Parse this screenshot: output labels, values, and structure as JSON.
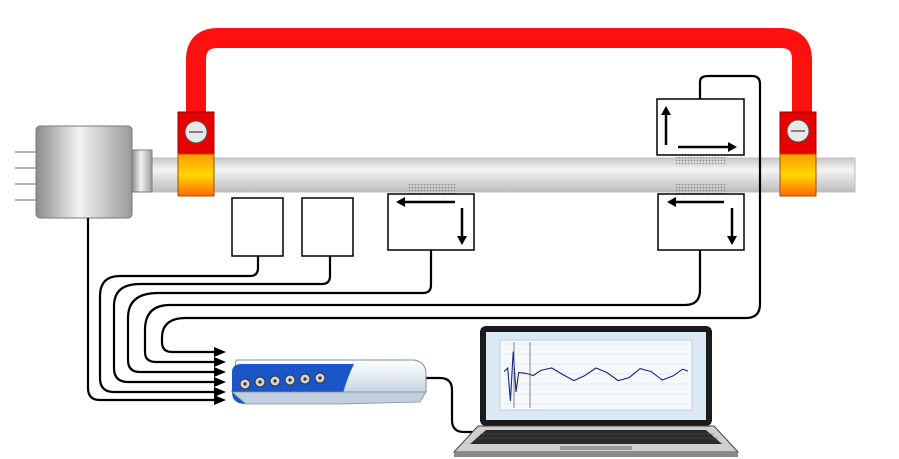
{
  "colors": {
    "background": "#ffffff",
    "pipe_fill": "#d9d9d9",
    "pipe_stroke": "#bdbdbd",
    "return_loop": "#ff1010",
    "clamp_top": "#e60000",
    "clamp_bottom": "#ff8000",
    "cable": "#000000",
    "sensor_box": "#ffffff",
    "sensor_stroke": "#000000",
    "couplant_dots": "#999999",
    "daq_body": "#e8eef6",
    "daq_accent": "#1b56c9",
    "laptop_body": "#1a1a1a",
    "laptop_screen": "#dce9f5",
    "plot_trace": "#1a237e"
  },
  "icons": {
    "end_device": "gray-cylinder-icon",
    "clamp": "ring-clamp-icon",
    "sensor": "box-sensor-icon",
    "transducer": "arrow-box-icon",
    "daq": "usb-daq-unit-icon",
    "laptop": "laptop-icon"
  },
  "screen": {
    "trace": [
      [
        0,
        0.08
      ],
      [
        0.02,
        0.2
      ],
      [
        0.035,
        -0.9
      ],
      [
        0.05,
        0.75
      ],
      [
        0.065,
        -0.6
      ],
      [
        0.08,
        0.05
      ],
      [
        0.12,
        0.02
      ],
      [
        0.16,
        -0.05
      ],
      [
        0.2,
        0.12
      ],
      [
        0.26,
        0.2
      ],
      [
        0.32,
        -0.02
      ],
      [
        0.38,
        -0.22
      ],
      [
        0.44,
        -0.05
      ],
      [
        0.5,
        0.2
      ],
      [
        0.56,
        0.05
      ],
      [
        0.62,
        -0.22
      ],
      [
        0.68,
        -0.12
      ],
      [
        0.74,
        0.18
      ],
      [
        0.8,
        0.08
      ],
      [
        0.86,
        -0.2
      ],
      [
        0.92,
        -0.06
      ],
      [
        0.97,
        0.16
      ],
      [
        1.0,
        0.1
      ]
    ],
    "y_range": [
      -1,
      1
    ]
  }
}
